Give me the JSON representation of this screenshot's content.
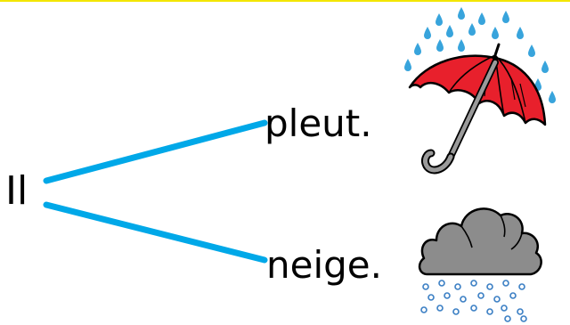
{
  "subject": "Il",
  "branches": [
    {
      "word": "pleut.",
      "picture": "umbrella-rain-icon"
    },
    {
      "word": "neige.",
      "picture": "snow-cloud-icon"
    }
  ],
  "colors": {
    "connector": "#00a8e8",
    "rain": "#38a4dc",
    "umbrella": "#e8202c",
    "cloud": "#8c8c8c",
    "snow": "#3b7fc4",
    "top_rule": "#f3e600"
  }
}
